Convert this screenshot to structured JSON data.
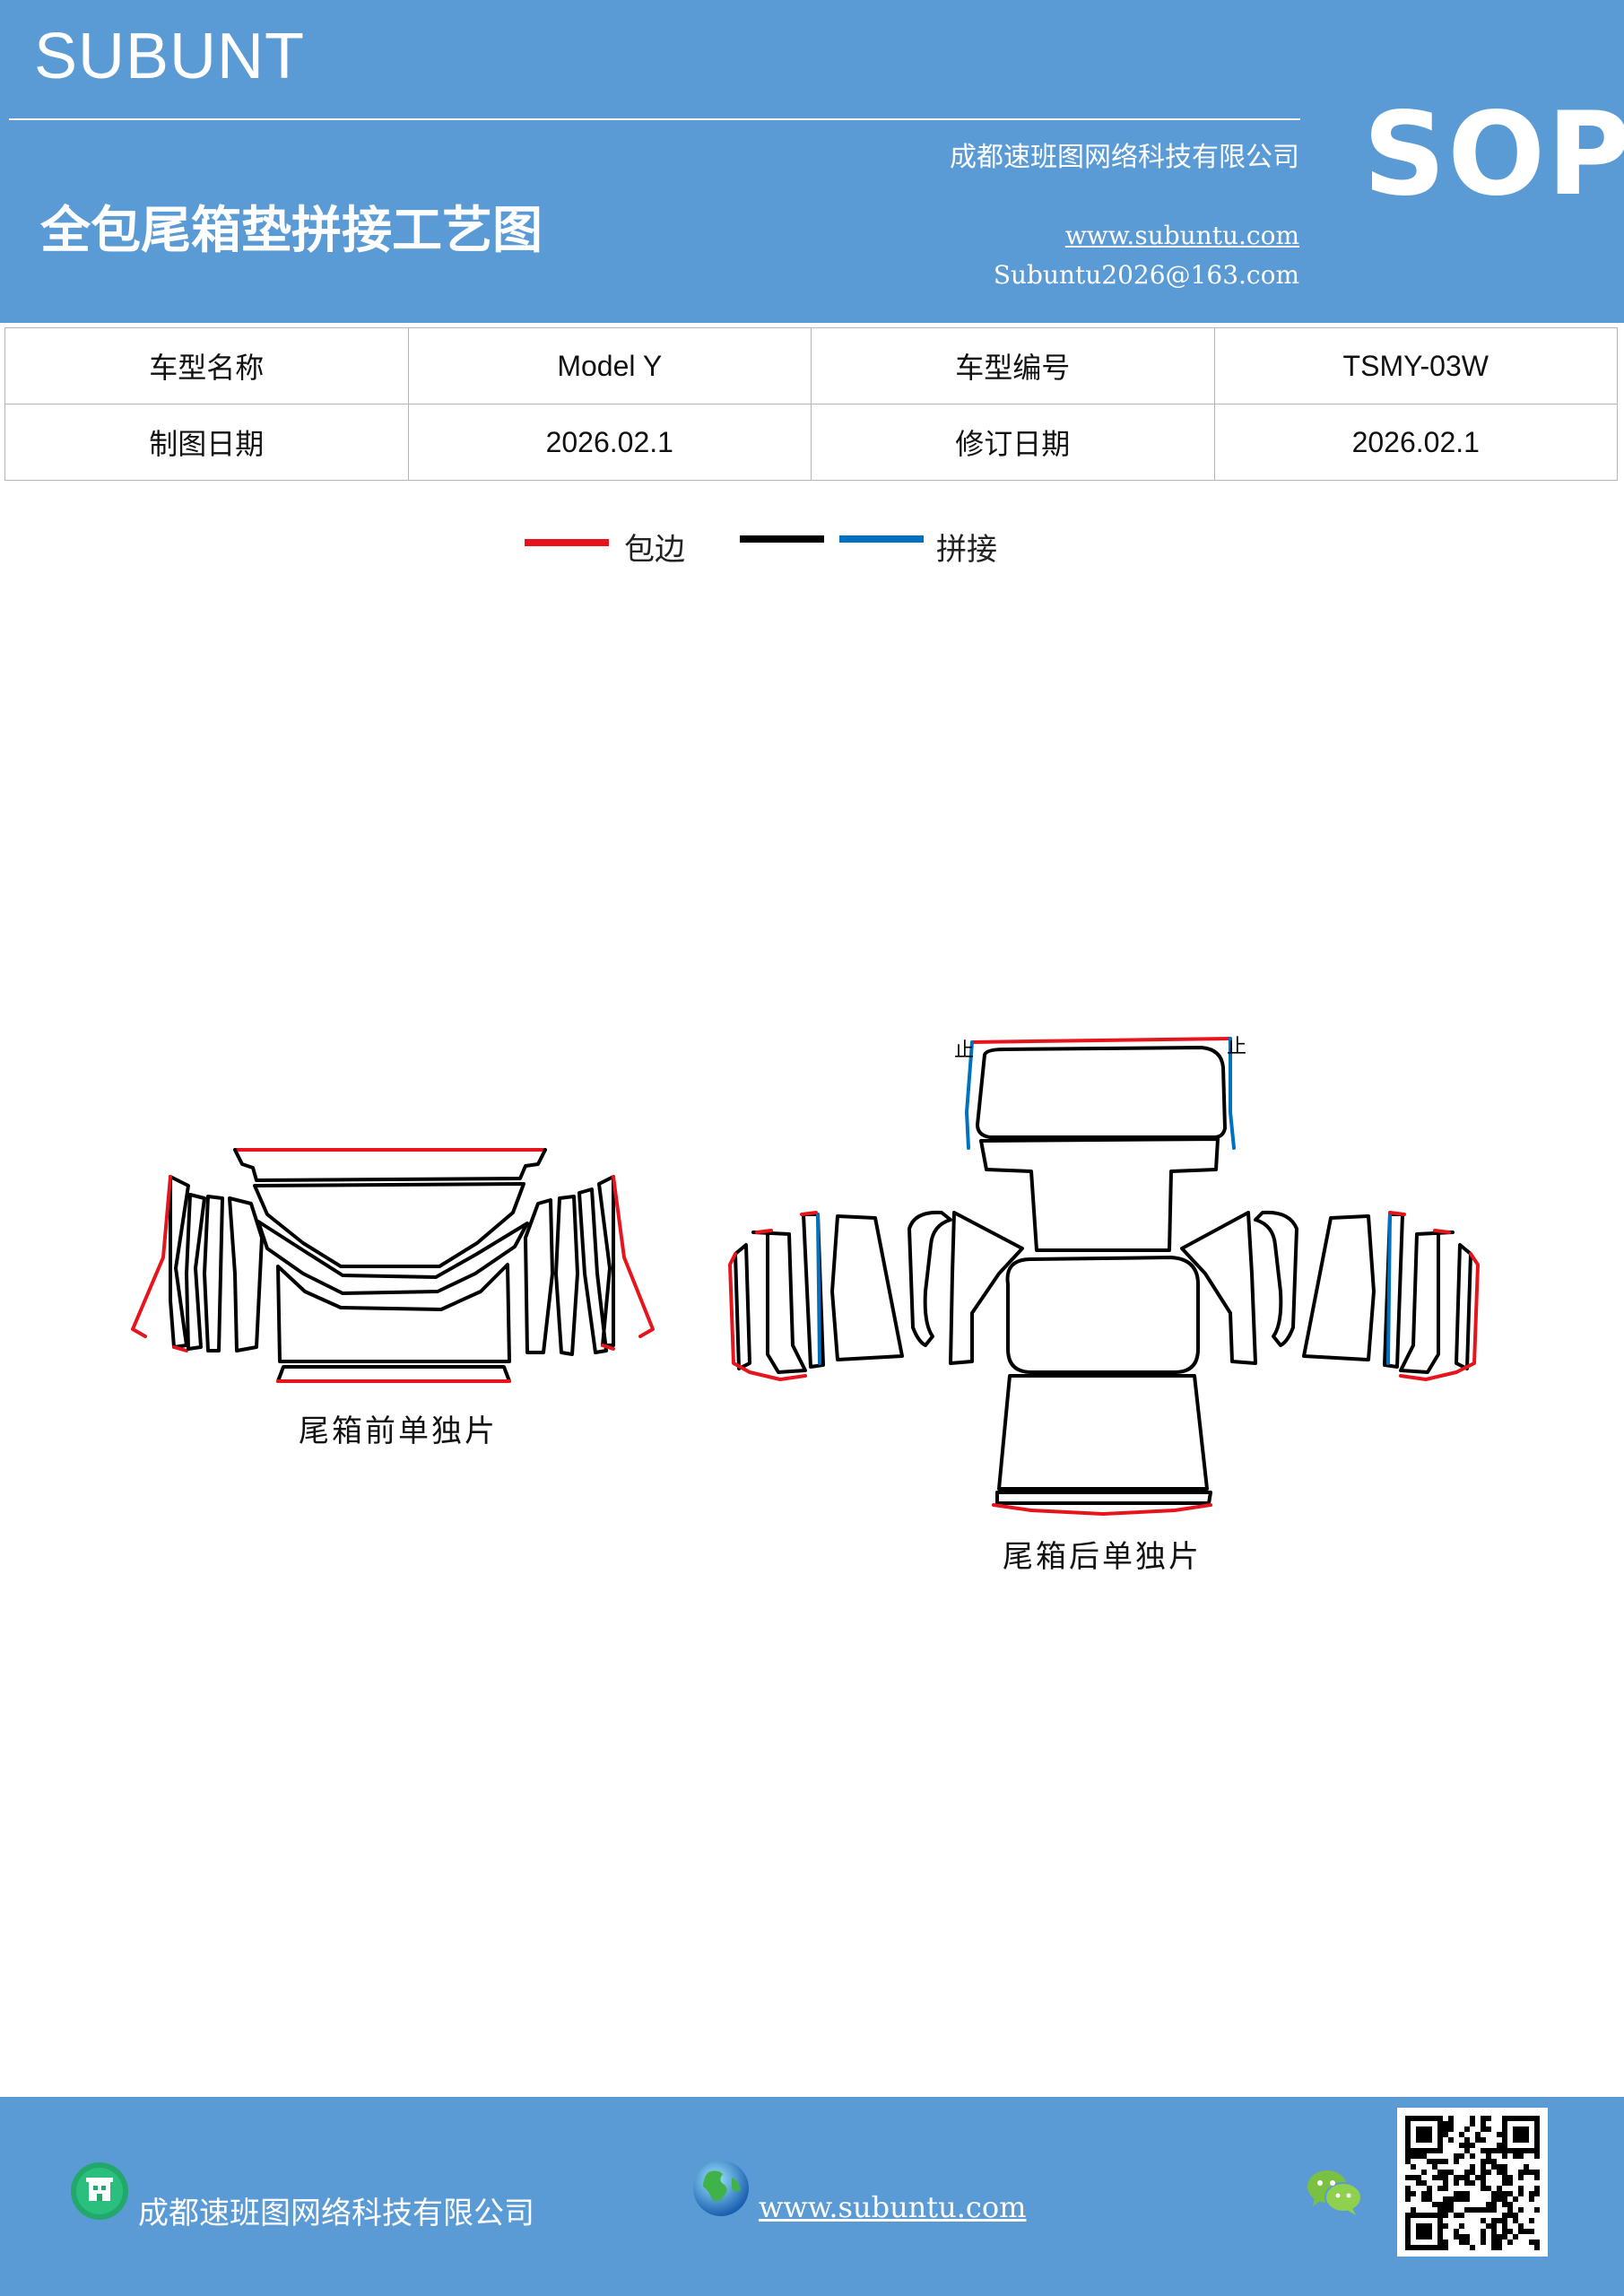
{
  "header": {
    "brand": "SUBUNT",
    "company": "成都速班图网络科技有限公司",
    "title": "全包尾箱垫拼接工艺图",
    "website": "www.subuntu.com",
    "email": "Subuntu2026@163.com",
    "badge": "SOP"
  },
  "info_table": {
    "rows": [
      [
        {
          "label": "车型名称",
          "value": "Model  Y"
        },
        {
          "label": "车型编号",
          "value": "TSMY-03W"
        }
      ],
      [
        {
          "label": "制图日期",
          "value": "2026.02.1"
        },
        {
          "label": "修订日期",
          "value": "2026.02.1"
        }
      ]
    ]
  },
  "legend": {
    "items": [
      {
        "label": "包边",
        "color": "#e8141c"
      },
      {
        "label": "",
        "color": "#000000"
      },
      {
        "label": "拼接",
        "color": "#0070c0"
      }
    ]
  },
  "diagram": {
    "front_caption": "尾箱前单独片",
    "rear_caption": "尾箱后单独片",
    "stop_mark": "止",
    "colors": {
      "edge": "#e8141c",
      "outline": "#000000",
      "splice": "#0070c0"
    }
  },
  "footer": {
    "company": "成都速班图网络科技有限公司",
    "website": "www.subuntu.com ",
    "icons": [
      "building-icon",
      "globe-icon",
      "wechat-icon",
      "qr-code"
    ]
  }
}
